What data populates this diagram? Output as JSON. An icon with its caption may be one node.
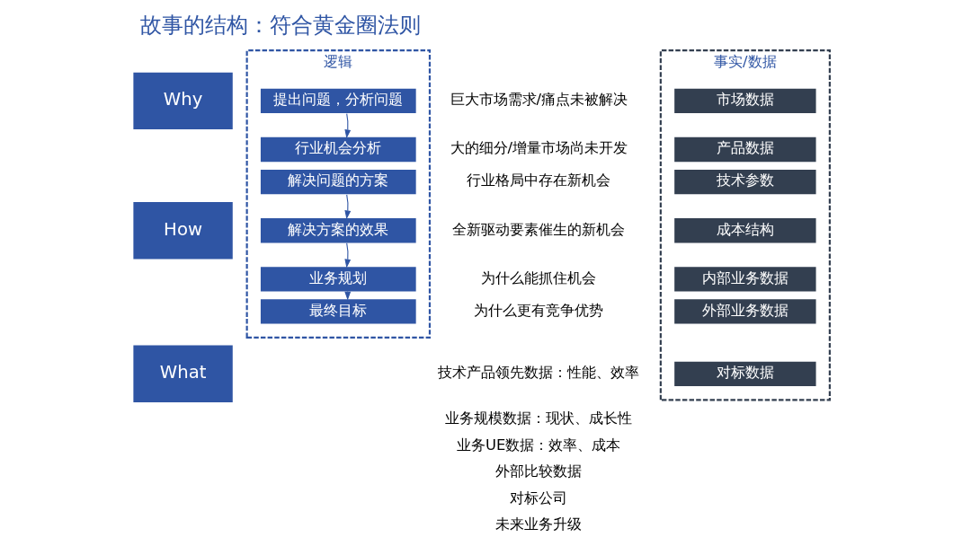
{
  "diagram": {
    "title": "故事的结构：符合黄金圈法则",
    "nodes": [
      {
        "text": [
          "Why"
        ]
      },
      {
        "text": [
          "How"
        ]
      },
      {
        "text": [
          "What"
        ]
      },
      {
        "text": [
          "逻辑"
        ]
      },
      {
        "text": [
          "提出问题，分析问题"
        ],
        "in": 3
      },
      {
        "text": [
          "行业机会分析"
        ],
        "in": 3
      },
      {
        "text": [
          "解决问题的方案"
        ],
        "in": 3
      },
      {
        "text": [
          "解决方案的效果"
        ],
        "in": 3
      },
      {
        "text": [
          "业务规划"
        ],
        "in": 3
      },
      {
        "text": [
          "最终目标"
        ],
        "in": 3
      },
      {
        "text": [
          "事实/数据"
        ]
      },
      {
        "text": [
          "市场数据"
        ],
        "in": 10
      },
      {
        "text": [
          "产品数据"
        ],
        "in": 10
      },
      {
        "text": [
          "技术参数"
        ],
        "in": 10
      },
      {
        "text": [
          "成本结构"
        ],
        "in": 10
      },
      {
        "text": [
          "内部业务数据"
        ],
        "in": 10
      },
      {
        "text": [
          "外部业务数据"
        ],
        "in": 10
      },
      {
        "text": [
          "对标数据"
        ],
        "in": 10
      }
    ],
    "edges": [
      {
        "from": 4,
        "to": 5,
        "arrow": "to"
      },
      {
        "from": 6,
        "to": 7,
        "arrow": "to"
      },
      {
        "from": 7,
        "to": 8,
        "arrow": "to"
      },
      {
        "from": 8,
        "to": 9,
        "arrow": "to"
      }
    ],
    "labels": [
      "巨大市场需求/痛点未被解决",
      "大的细分/增量市场尚未开发",
      "行业格局中存在新机会",
      "全新驱动要素催生的新机会",
      "为什么能抓住机会",
      "为什么更有竞争优势",
      "技术产品领先数据：性能、效率",
      "业务规模数据：现状、成长性",
      "业务UE数据：效率、成本",
      "外部比较数据",
      "对标公司",
      "未来业务升级"
    ]
  }
}
